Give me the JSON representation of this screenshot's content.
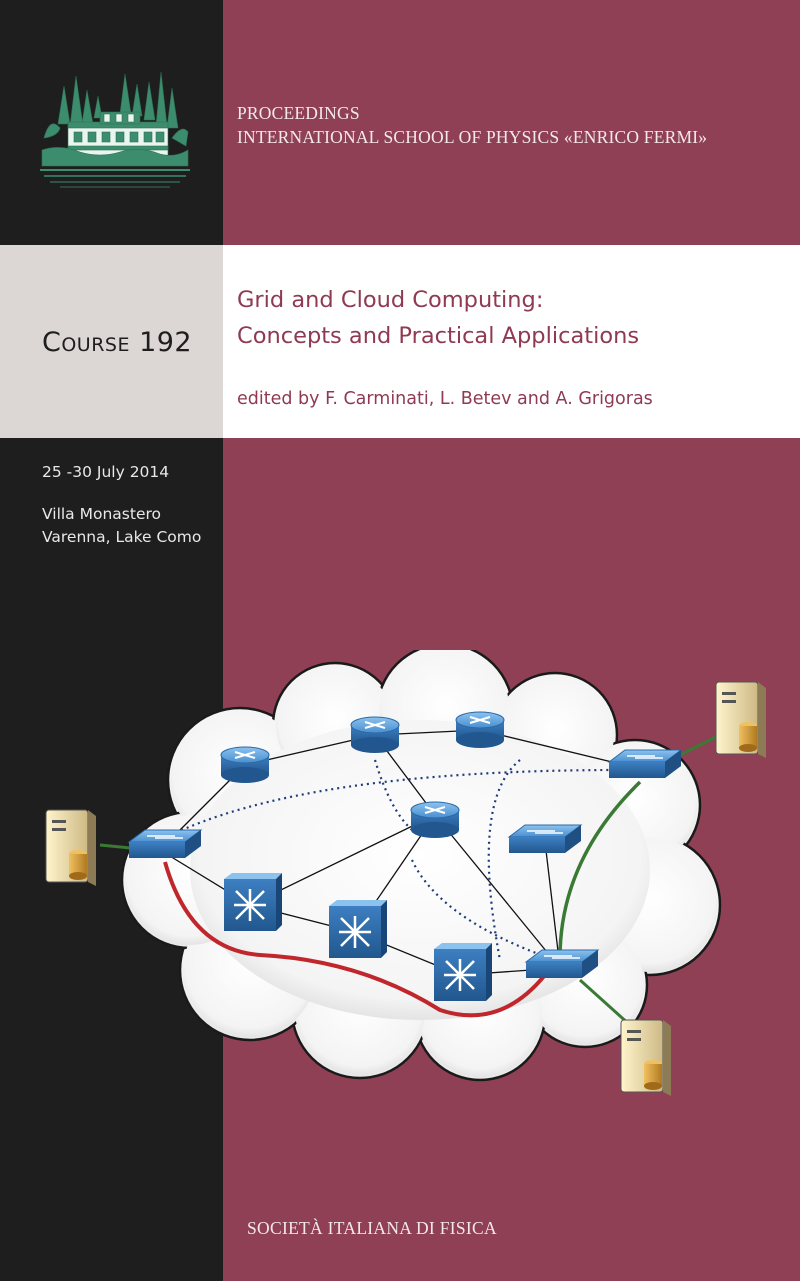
{
  "header": {
    "series_line1": "PROCEEDINGS",
    "series_line2": "INTERNATIONAL SCHOOL OF PHYSICS «ENRICO FERMI»"
  },
  "course": {
    "label": "Course",
    "number": "192"
  },
  "title": {
    "line1": "Grid and Cloud Computing:",
    "line2": "Concepts and Practical Applications"
  },
  "editors": "edited by F. Carminati, L. Betev and A. Grigoras",
  "event": {
    "dates": "25 -30 July 2014",
    "venue_line1": "Villa Monastero",
    "venue_line2": "Varenna, Lake Como"
  },
  "publisher": "SOCIETÀ ITALIANA DI FISICA",
  "colors": {
    "maroon": "#8f4055",
    "dark": "#1e1e1e",
    "band_grey": "#dcd6d4",
    "title_text": "#8f3a52",
    "logo_green": "#3c8c6e",
    "device_blue": "#4a8fd0",
    "path_red": "#c0272d",
    "path_green": "#3a7a35"
  }
}
